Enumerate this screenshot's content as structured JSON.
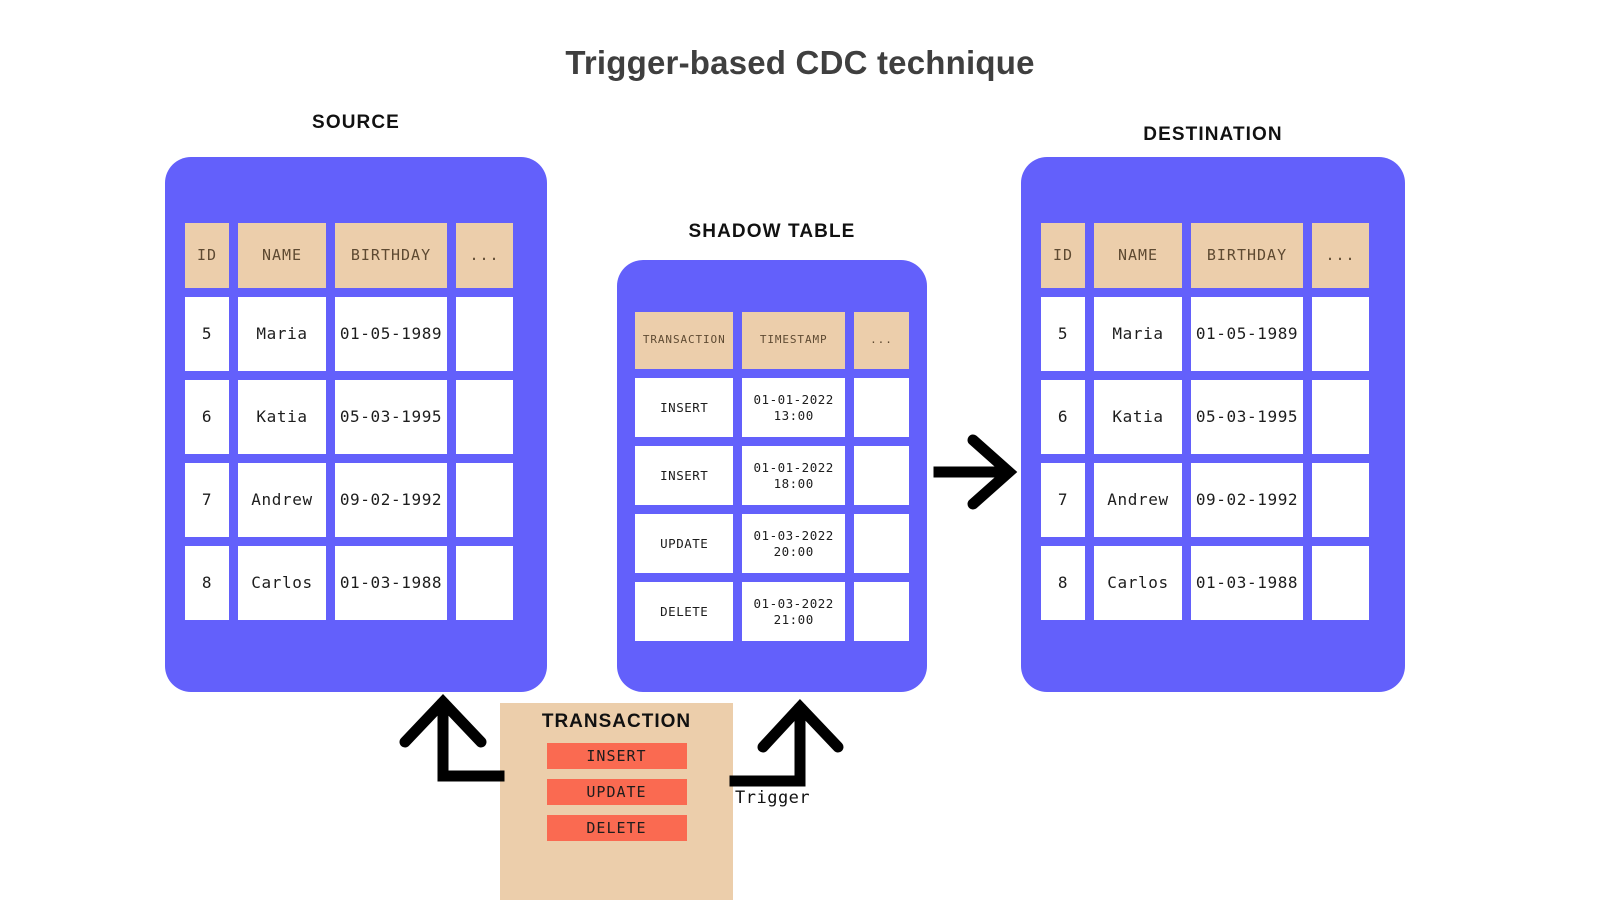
{
  "title": "Trigger-based CDC technique",
  "colors": {
    "card": "#6360fb",
    "header_cell": "#ecceab",
    "body_cell": "#ffffff",
    "transaction_box": "#ecceab",
    "transaction_button": "#fa6a51",
    "title_text": "#3f3f3f",
    "arrow": "#000000",
    "background": "#ffffff"
  },
  "source": {
    "caption": "SOURCE",
    "columns": [
      "ID",
      "NAME",
      "BIRTHDAY",
      "..."
    ],
    "rows": [
      [
        "5",
        "Maria",
        "01-05-1989",
        ""
      ],
      [
        "6",
        "Katia",
        "05-03-1995",
        ""
      ],
      [
        "7",
        "Andrew",
        "09-02-1992",
        ""
      ],
      [
        "8",
        "Carlos",
        "01-03-1988",
        ""
      ]
    ]
  },
  "shadow": {
    "caption": "SHADOW TABLE",
    "columns": [
      "TRANSACTION",
      "TIMESTAMP",
      "..."
    ],
    "rows": [
      [
        "INSERT",
        "01-01-2022 13:00",
        ""
      ],
      [
        "INSERT",
        "01-01-2022 18:00",
        ""
      ],
      [
        "UPDATE",
        "01-03-2022 20:00",
        ""
      ],
      [
        "DELETE",
        "01-03-2022 21:00",
        ""
      ]
    ]
  },
  "destination": {
    "caption": "DESTINATION",
    "columns": [
      "ID",
      "NAME",
      "BIRTHDAY",
      "..."
    ],
    "rows": [
      [
        "5",
        "Maria",
        "01-05-1989",
        ""
      ],
      [
        "6",
        "Katia",
        "05-03-1995",
        ""
      ],
      [
        "7",
        "Andrew",
        "09-02-1992",
        ""
      ],
      [
        "8",
        "Carlos",
        "01-03-1988",
        ""
      ]
    ]
  },
  "transaction": {
    "title": "TRANSACTION",
    "operations": [
      "INSERT",
      "UPDATE",
      "DELETE"
    ]
  },
  "annotations": {
    "trigger_label": "Trigger"
  }
}
